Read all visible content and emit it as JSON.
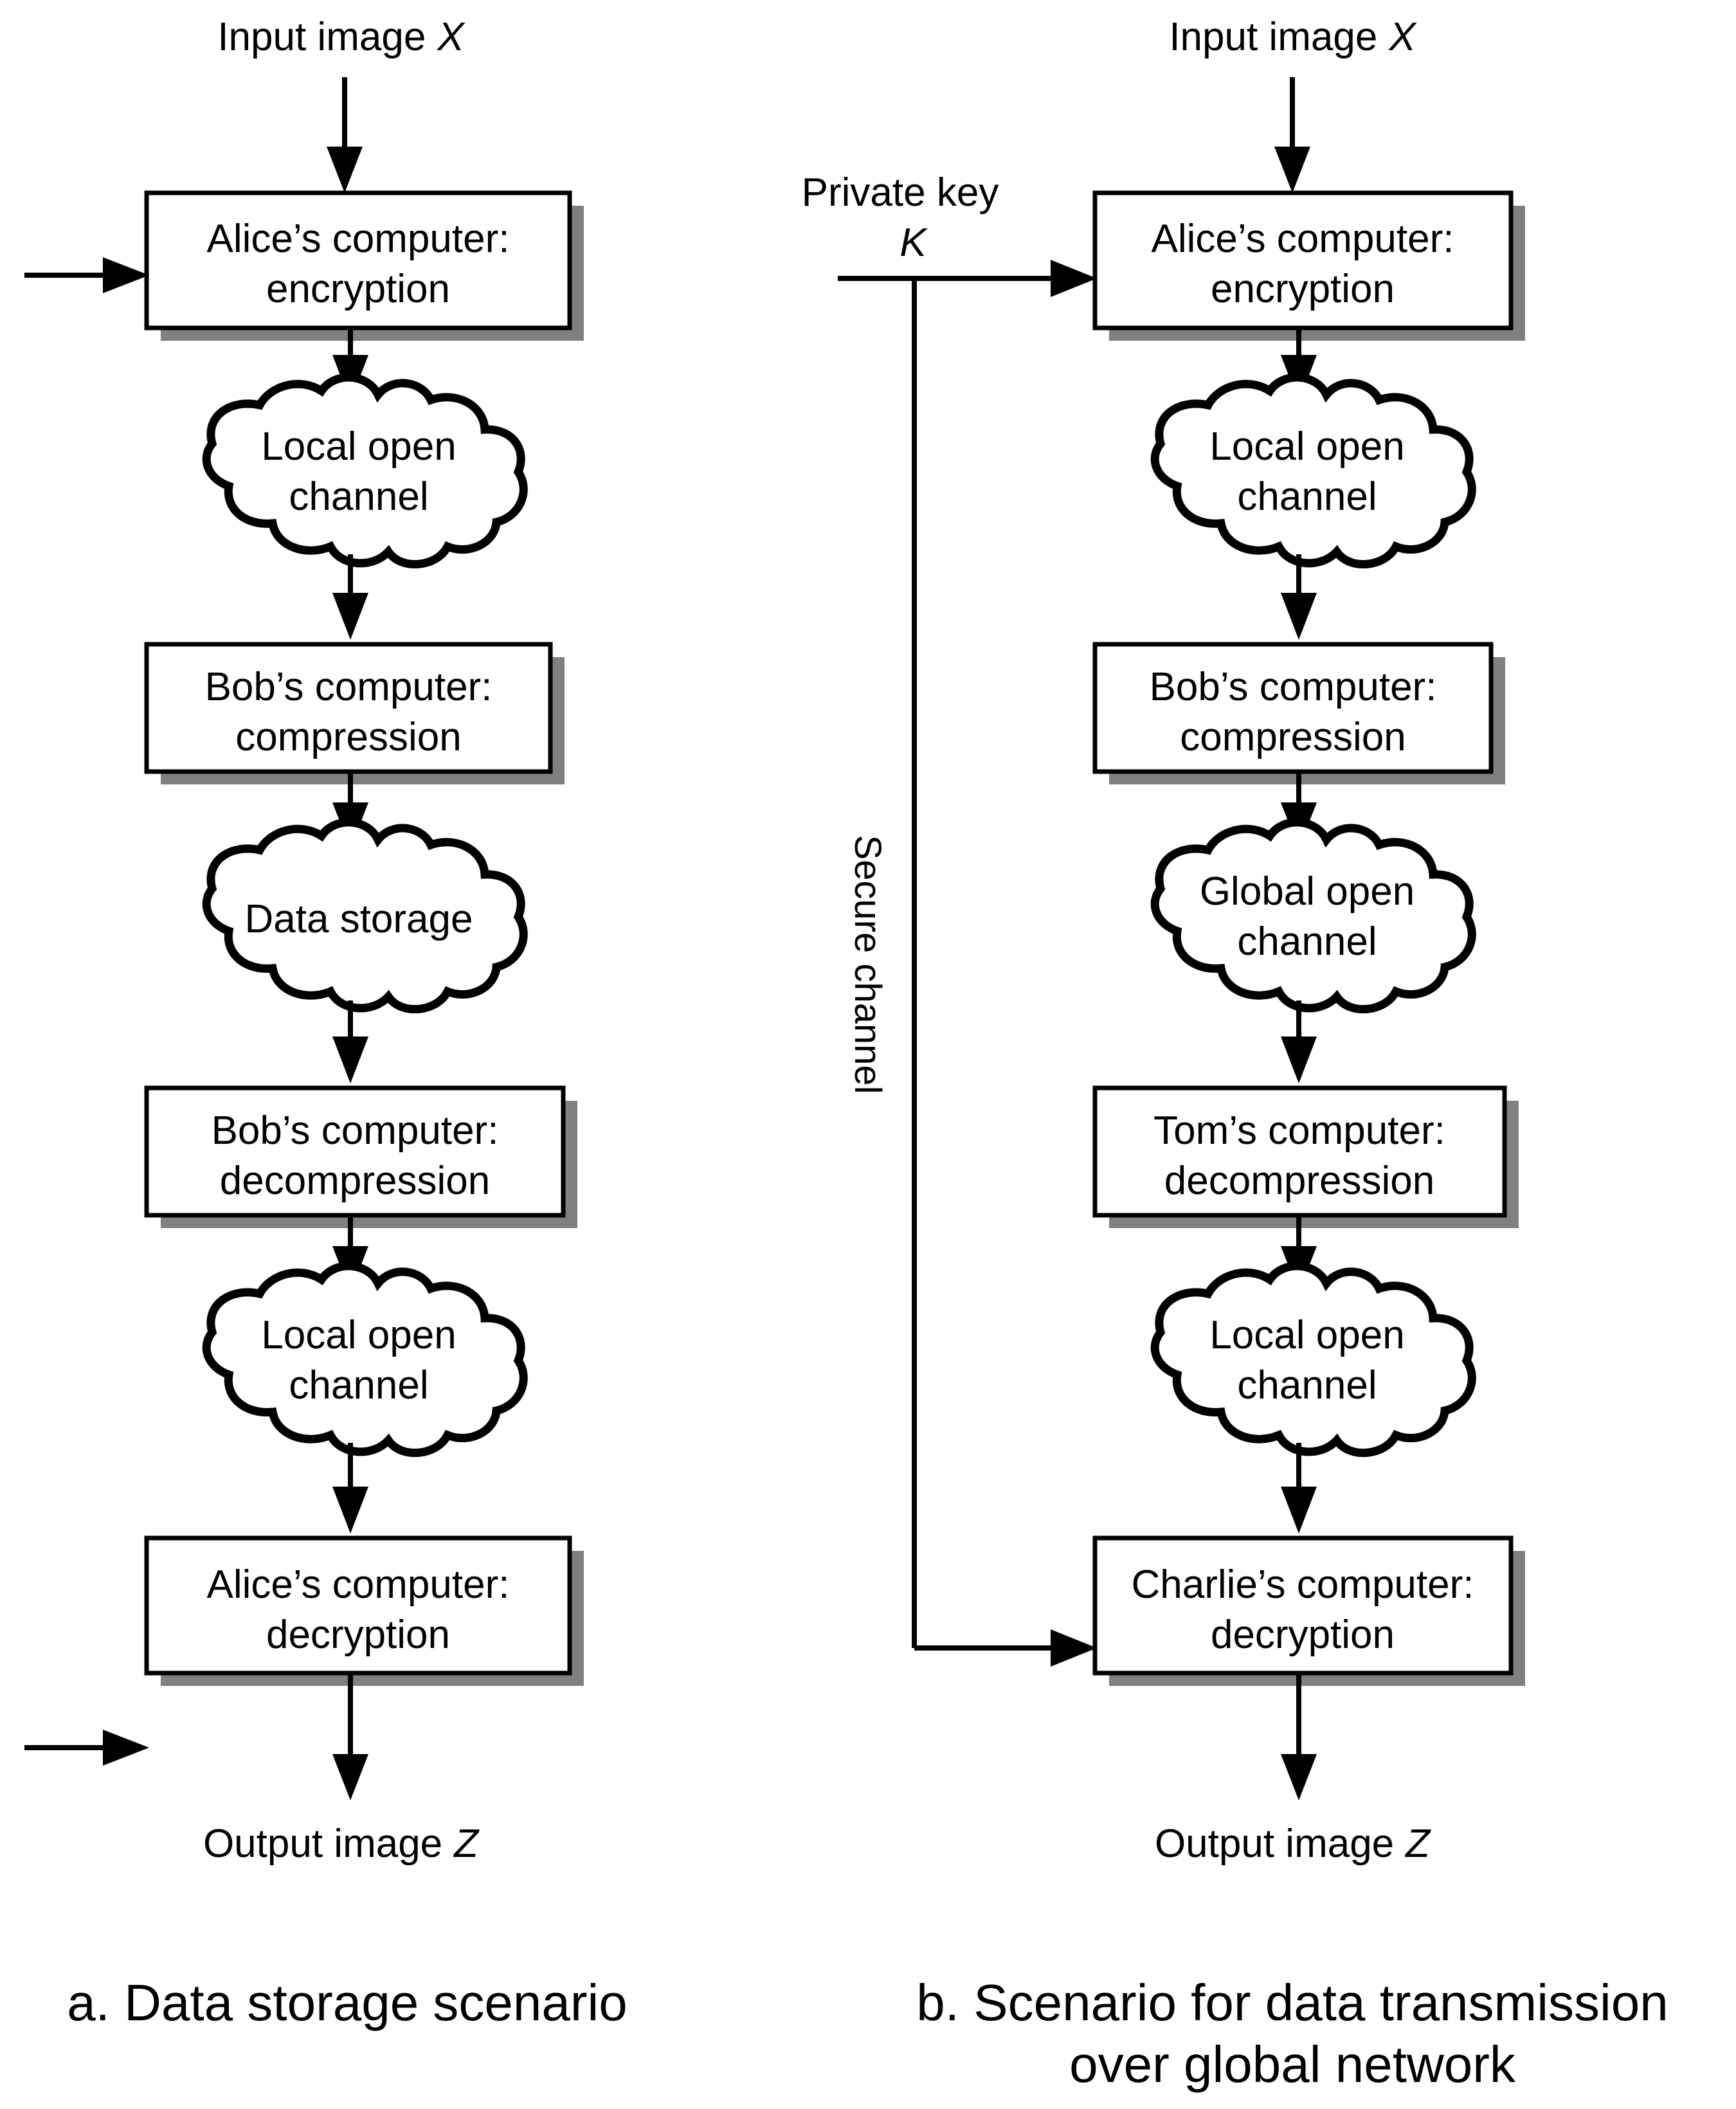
{
  "figure": {
    "panels": [
      {
        "id": "a",
        "caption": "a. Data storage scenario",
        "input_label": "Input image",
        "input_symbol": "X",
        "output_label": "Output image",
        "output_symbol": "Z",
        "nodes": [
          {
            "type": "box",
            "line1": "Alice’s computer:",
            "line2": "encryption"
          },
          {
            "type": "cloud",
            "line1": "Local open",
            "line2": "channel"
          },
          {
            "type": "box",
            "line1": "Bob’s computer:",
            "line2": "compression"
          },
          {
            "type": "cloud",
            "line1": "Data storage",
            "line2": ""
          },
          {
            "type": "box",
            "line1": "Bob’s computer:",
            "line2": "decompression"
          },
          {
            "type": "cloud",
            "line1": "Local open",
            "line2": "channel"
          },
          {
            "type": "box",
            "line1": "Alice’s computer:",
            "line2": "decryption"
          }
        ],
        "side_inputs": [
          {
            "target": "encryption",
            "label": ""
          },
          {
            "target": "decryption",
            "label": ""
          }
        ]
      },
      {
        "id": "b",
        "caption_line1": "b. Scenario for data transmission",
        "caption_line2": "over global network",
        "input_label": "Input image",
        "input_symbol": "X",
        "output_label": "Output image",
        "output_symbol": "Z",
        "key_label_line1": "Private key",
        "key_label_line2": "K",
        "secure_channel_label": "Secure channel",
        "nodes": [
          {
            "type": "box",
            "line1": "Alice’s computer:",
            "line2": "encryption"
          },
          {
            "type": "cloud",
            "line1": "Local open",
            "line2": "channel"
          },
          {
            "type": "box",
            "line1": "Bob’s computer:",
            "line2": "compression"
          },
          {
            "type": "cloud",
            "line1": "Global open",
            "line2": "channel"
          },
          {
            "type": "box",
            "line1": "Tom’s computer:",
            "line2": "decompression"
          },
          {
            "type": "cloud",
            "line1": "Local open",
            "line2": "channel"
          },
          {
            "type": "box",
            "line1": "Charlie’s computer:",
            "line2": "decryption"
          }
        ]
      }
    ],
    "colors": {
      "stroke": "#000000",
      "shadow": "#808080",
      "fill": "#ffffff",
      "background": "#ffffff"
    }
  }
}
